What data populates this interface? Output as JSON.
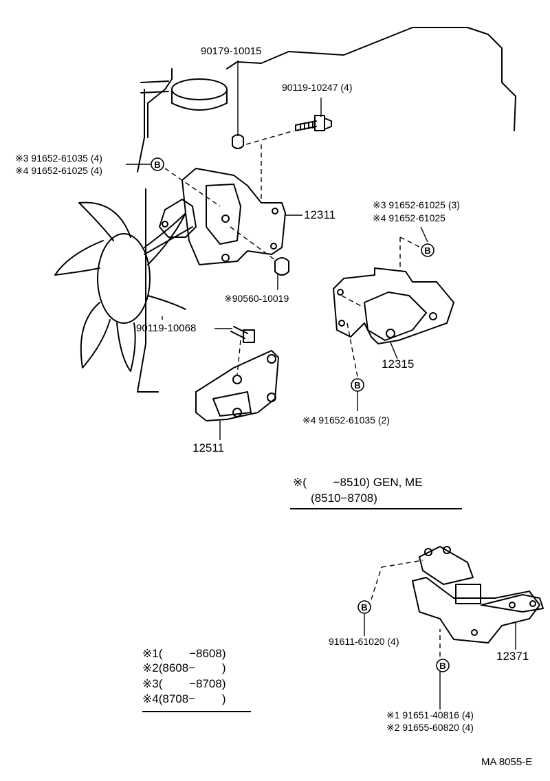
{
  "labels": {
    "p_90179": "90179-10015",
    "p_90119_10247": "90119-10247 (4)",
    "p_s3_91652_61035": "※3 91652-61035 (4)",
    "p_s4_91652_61025": "※4 91652-61025 (4)",
    "p_12311": "12311",
    "p_90560": "※90560-10019",
    "p_s3_91652_61025_3": "※3 91652-61025 (3)",
    "p_s4_91652_61025_b": "※4 91652-61025",
    "p_90119_10068": "90119-10068",
    "p_12315": "12315",
    "p_s4_91652_61035_2": "※4 91652-61035 (2)",
    "p_12511": "12511",
    "p_91611": "91611-61020 (4)",
    "p_12371": "12371",
    "p_s1_91651": "※1 91651-40816 (4)",
    "p_s2_91655": "※2 91655-60820 (4)",
    "footer_code": "MA 8055-E"
  },
  "note_box": {
    "line1": "※(　　 −8510) GEN, ME",
    "line2": "(8510−8708)"
  },
  "legend": [
    "※1(　　 −8608)",
    "※2(8608−　　 )",
    "※3(　　 −8708)",
    "※4(8708−　　 )"
  ],
  "bolt_marker": "B",
  "colors": {
    "ink": "#000000",
    "paper": "#ffffff"
  }
}
